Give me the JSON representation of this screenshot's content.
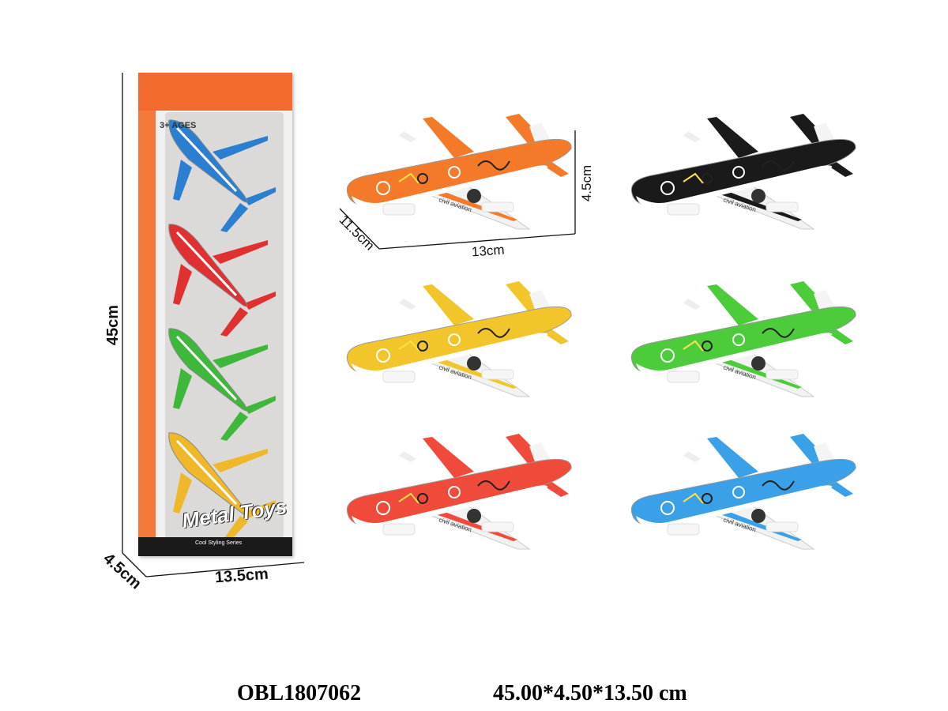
{
  "box": {
    "logo": "Metal Toys",
    "subtitle": "Cool Styling Series",
    "age": "3+ AGES",
    "plane_colors": [
      "#2a7fd0",
      "#e03030",
      "#3db83a",
      "#f0b828"
    ]
  },
  "box_dimensions": {
    "height": "45cm",
    "depth": "4.5cm",
    "width": "13.5cm"
  },
  "plane_dimensions": {
    "height": "4.5cm",
    "length": "13cm",
    "wingspan": "11.5cm"
  },
  "planes": [
    {
      "color": "#f47a2a",
      "livery": "civil aviation"
    },
    {
      "color": "#1a1a1a",
      "livery": "civil aviation"
    },
    {
      "color": "#f2c62a",
      "livery": "civil aviation"
    },
    {
      "color": "#4ccc3a",
      "livery": "civil aviation"
    },
    {
      "color": "#f04a3a",
      "livery": "civil aviation"
    },
    {
      "color": "#3aa0e8",
      "livery": "civil aviation"
    }
  ],
  "footer": {
    "item_code": "OBL1807062",
    "carton_size": "45.00*4.50*13.50 cm"
  }
}
